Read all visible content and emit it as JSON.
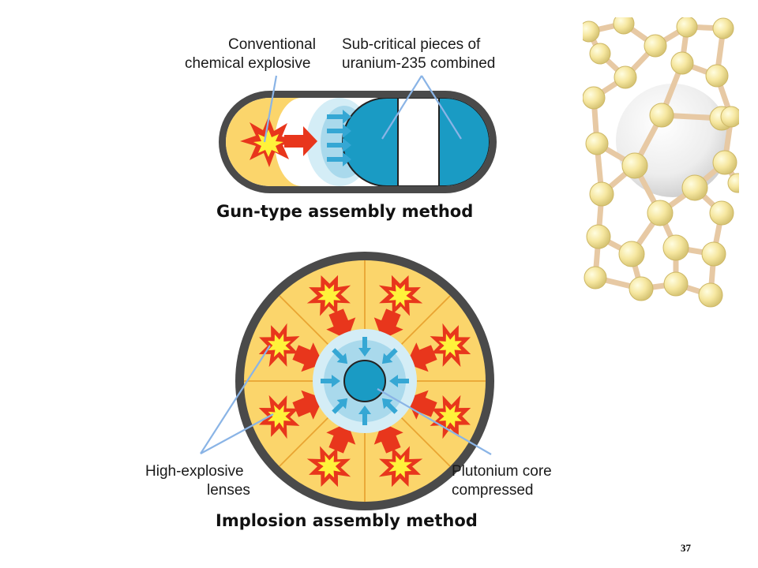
{
  "gun_type": {
    "label_explosive_line1": "Conventional",
    "label_explosive_line2": "chemical explosive",
    "label_uranium_line1": "Sub-critical pieces of",
    "label_uranium_line2": "uranium-235 combined",
    "title": "Gun-type assembly method"
  },
  "implosion": {
    "label_lenses_line1": "High-explosive",
    "label_lenses_line2": "lenses",
    "label_core_line1": "Plutonium core",
    "label_core_line2": "compressed",
    "title": "Implosion assembly method"
  },
  "page_number": "37",
  "colors": {
    "casing": "#4a4a4a",
    "explosive_fill": "#fbd56b",
    "burst_red": "#e8361c",
    "burst_yellow": "#fff23a",
    "core_blue": "#1a9bc4",
    "leader_line": "#8ab4e6"
  }
}
